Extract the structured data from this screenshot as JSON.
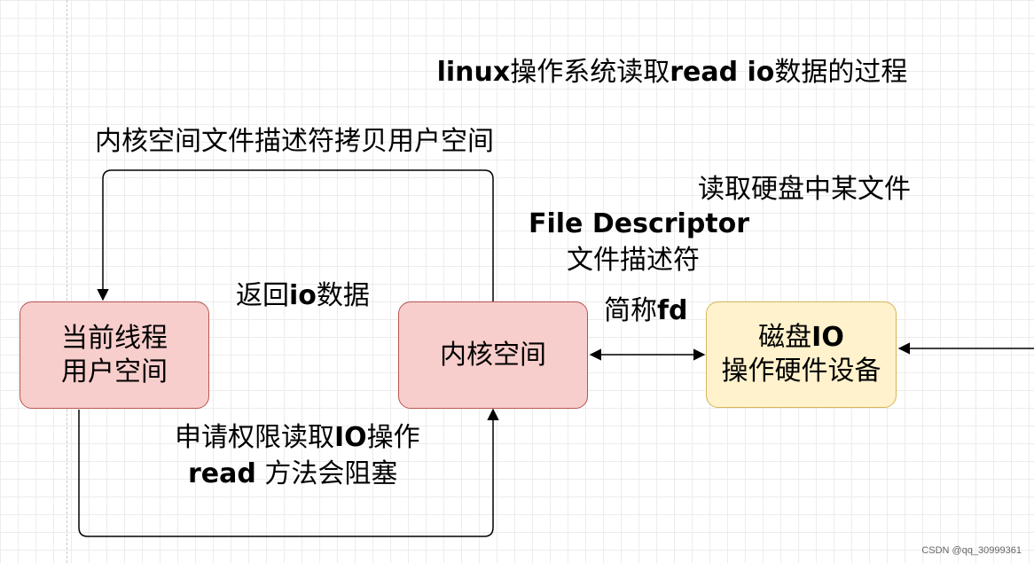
{
  "title": "linux操作系统读取read io数据的过程",
  "nodes": {
    "thread": {
      "line1": "当前线程",
      "line2": "用户空间"
    },
    "kernel": {
      "label": "内核空间"
    },
    "disk": {
      "line1": "磁盘IO",
      "line2": "操作硬件设备"
    }
  },
  "labels": {
    "copy_top": "内核空间文件描述符拷贝用户空间",
    "return_io": "返回io数据",
    "read_file": "读取硬盘中某文件",
    "fd_en": "File Descriptor",
    "fd_cn": "文件描述符",
    "fd_short": "简称fd",
    "request_line1": "申请权限读取IO操作",
    "request_line2": "read 方法会阻塞"
  },
  "colors": {
    "node_red_fill": "#f8cecc",
    "node_red_stroke": "#b85450",
    "node_yellow_fill": "#fff2cc",
    "node_yellow_stroke": "#d6b656",
    "edge": "#000000"
  },
  "watermark": "CSDN @qq_30999361"
}
